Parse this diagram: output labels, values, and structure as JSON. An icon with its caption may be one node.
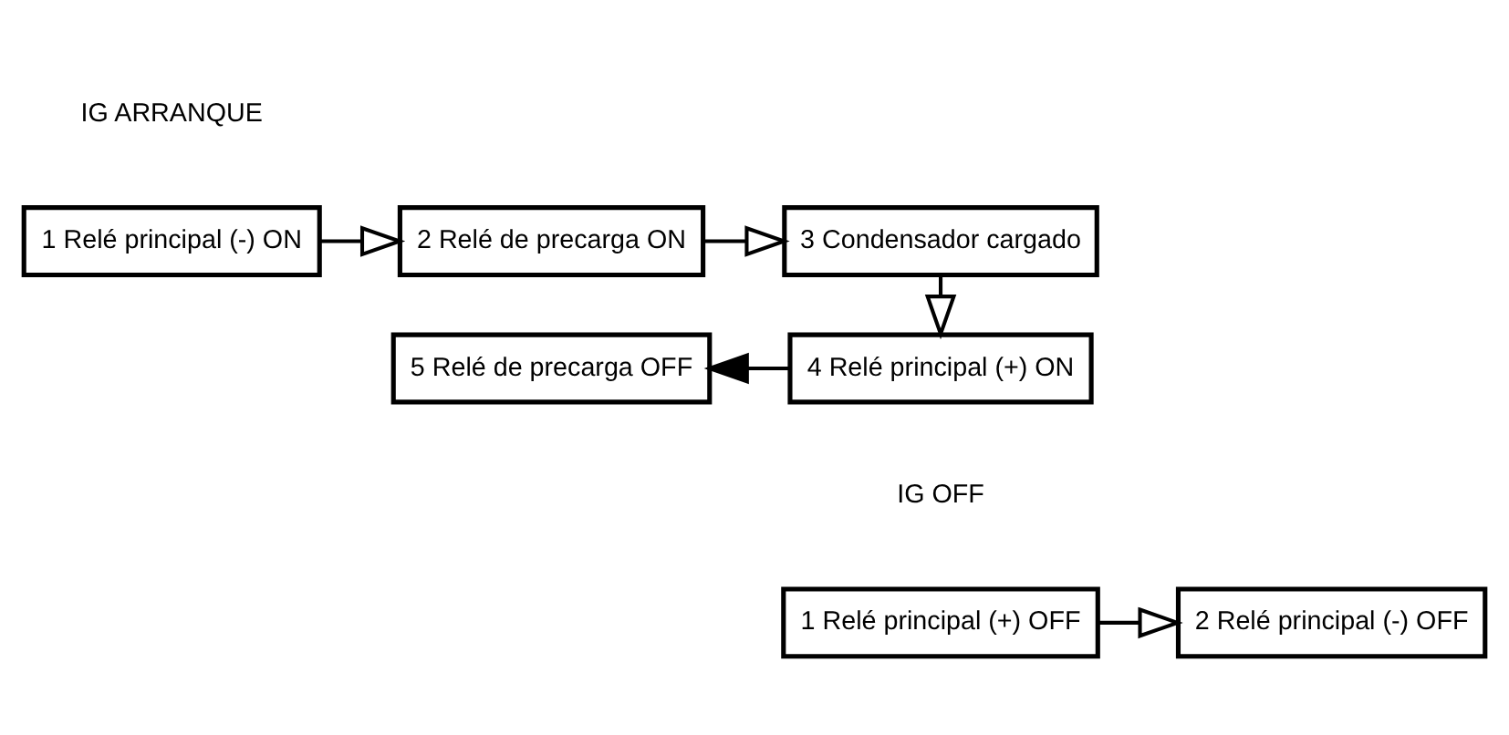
{
  "diagram": {
    "nodes": [
      {
        "text": [
          "1 Relé principal (-) ON"
        ]
      },
      {
        "text": [
          "2 Relé de precarga ON"
        ]
      },
      {
        "text": [
          "3 Condensador cargado"
        ]
      },
      {
        "text": [
          "4 Relé principal (+) ON"
        ]
      },
      {
        "text": [
          "5 Relé de precarga OFF"
        ]
      },
      {
        "text": [
          "1 Relé principal (+) OFF"
        ]
      },
      {
        "text": [
          "2 Relé principal (-) OFF"
        ]
      }
    ],
    "edges": [
      {
        "from": 0,
        "to": 1,
        "arrow": "to"
      },
      {
        "from": 1,
        "to": 2,
        "arrow": "to"
      },
      {
        "from": 2,
        "to": 3,
        "arrow": "to"
      },
      {
        "from": 3,
        "to": 4,
        "arrow": "to"
      },
      {
        "from": 5,
        "to": 6,
        "arrow": "to"
      }
    ],
    "labels": [
      "IG ARRANQUE",
      "IG OFF"
    ]
  }
}
